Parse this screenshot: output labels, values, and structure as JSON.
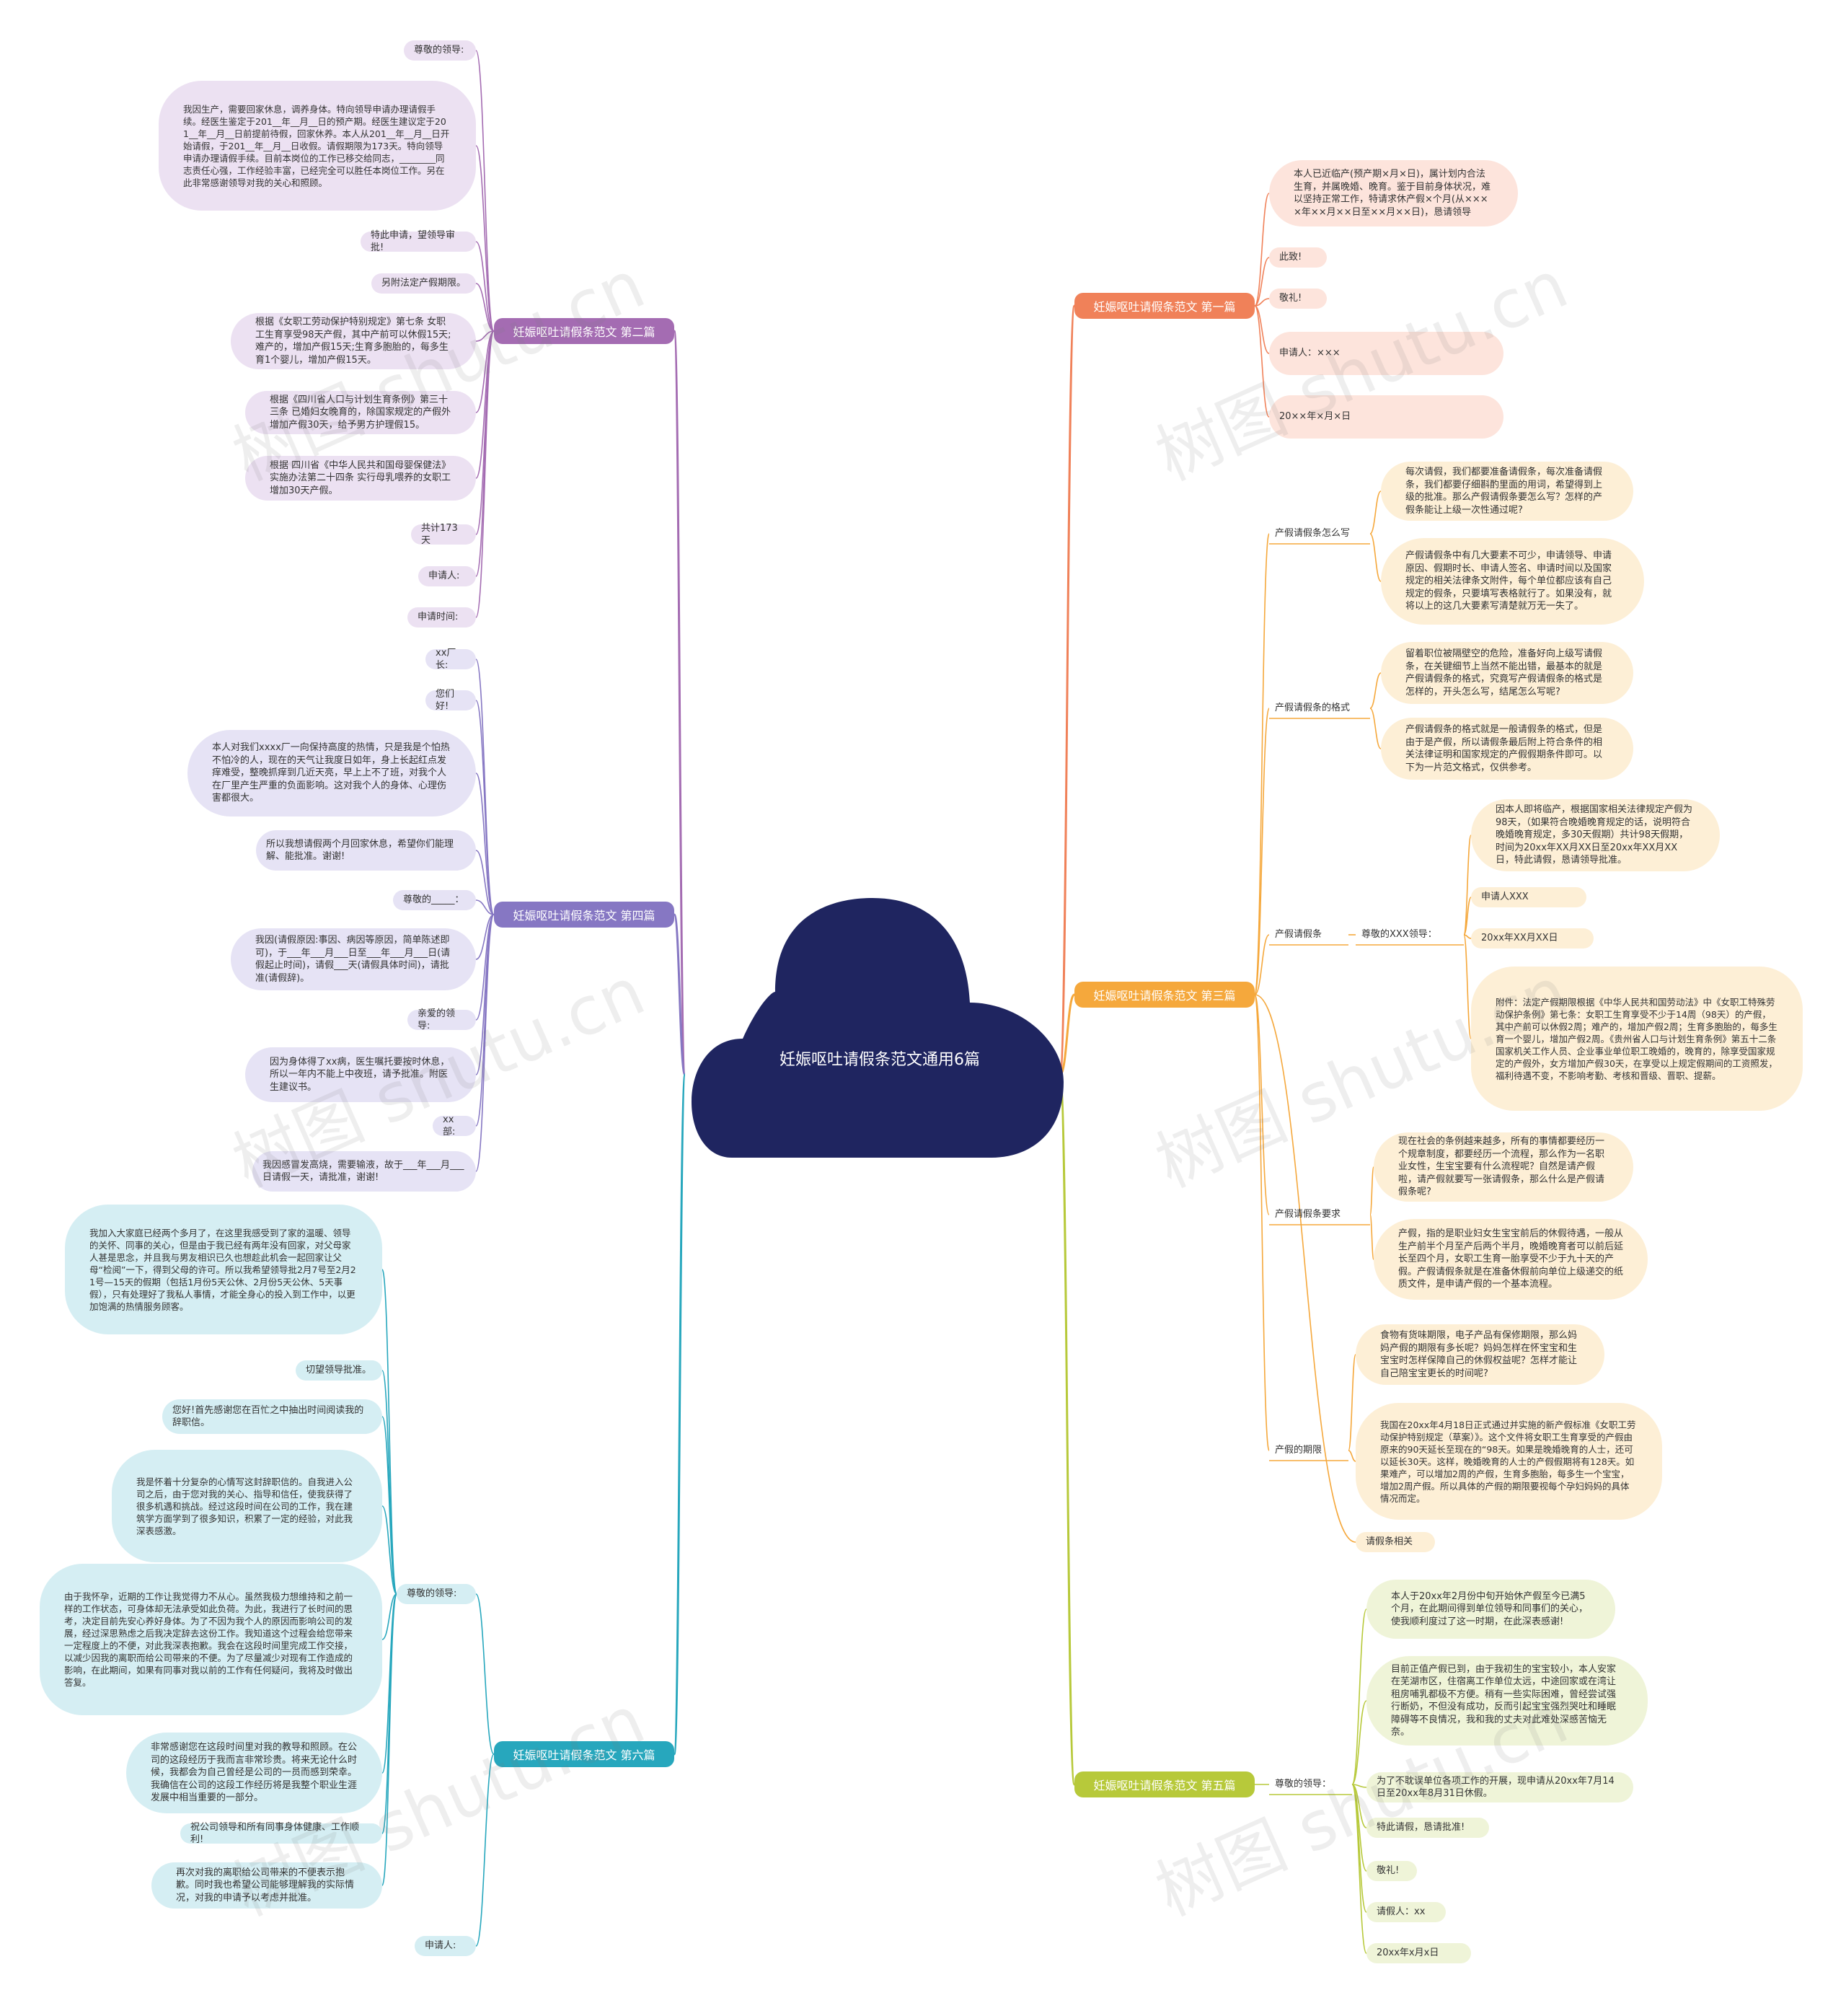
{
  "title": "妊娠呕吐请假条范文通用6篇",
  "watermark": "树图 shutu.cn",
  "colors": {
    "center": "#1f2560",
    "p1": "#f08159",
    "p3": "#f5a83c",
    "p5": "#b7c93a",
    "p2": "#a46cb2",
    "p4": "#8677c3",
    "p6": "#27a7bd",
    "f1": "#fde4dc",
    "f3": "#fdefd6",
    "f5": "#eff4d8",
    "f2": "#ece1f2",
    "f4": "#e6e3f5",
    "f6": "#d5eef3"
  },
  "branches": [
    {
      "label": "妊娠呕吐请假条范文 第一篇"
    },
    {
      "label": "妊娠呕吐请假条范文 第三篇"
    },
    {
      "label": "妊娠呕吐请假条范文 第五篇"
    },
    {
      "label": "妊娠呕吐请假条范文 第二篇"
    },
    {
      "label": "妊娠呕吐请假条范文 第四篇"
    },
    {
      "label": "妊娠呕吐请假条范文 第六篇"
    }
  ],
  "leaves": [
    "本人已近临产(预产期×月×日)，属计划内合法生育，并属晚婚、晚育。鉴于目前身体状况，难以坚持正常工作，特请求休产假×个月(从××××年××月××日至××月××日)，恳请领导",
    "此致!",
    "敬礼!",
    "申请人：×××",
    "20××年×月×日",
    "产假请假条怎么写",
    "每次请假，我们都要准备请假条，每次准备请假条，我们都要仔细斟酌里面的用词，希望得到上级的批准。那么产假请假条要怎么写？怎样的产假条能让上级一次性通过呢?",
    "产假请假条中有几大要素不可少，申请领导、申请原因、假期时长、申请人签名、申请时间以及国家规定的相关法律条文附件，每个单位都应该有自己规定的假条，只要填写表格就行了。如果没有，就将以上的这几大要素写清楚就万无一失了。",
    "产假请假条的格式",
    "留着职位被隔壁空的危险，准备好向上级写请假条，在关键细节上当然不能出错，最基本的就是产假请假条的格式，究竟写产假请假条的格式是怎样的，开头怎么写，结尾怎么写呢?",
    "产假请假条的格式就是一般请假条的格式，但是由于是产假，所以请假条最后附上符合条件的相关法律证明和国家规定的产假假期条件即可。以下为一片范文格式，仅供参考。",
    "产假请假条",
    "尊敬的XXX领导：",
    "因本人即将临产，根据国家相关法律规定产假为98天，（如果符合晚婚晚育规定的话，说明符合晚婚晚育规定，多30天假期）共计98天假期，时间为20xx年XX月XX日至20xx年XX月XX日，特此请假，恳请领导批准。",
    "申请人XXX",
    "20xx年XX月XX日",
    "附件：法定产假期限根据《中华人民共和国劳动法》中《女职工特殊劳动保护条例》第七条：女职工生育享受不少于14周（98天）的产假，其中产前可以休假2周；难产的，增加产假2周；生育多胞胎的，每多生育一个婴儿，增加产假2周。《贵州省人口与计划生育条例》第五十二条国家机关工作人员、企业事业单位职工晚婚的，晚育的，除享受国家规定的产假外，女方增加产假30天，在享受以上规定假期间的工资照发，福利待遇不变，不影响考勤、考核和晋级、晋职、提薪。",
    "产假请假条要求",
    "现在社会的条例越来越多，所有的事情都要经历一个规章制度，都要经历一个流程，那么作为一名职业女性，生宝宝要有什么流程呢？自然是请产假啦，请产假就要写一张请假条，那么什么是产假请假条呢?",
    "产假，指的是职业妇女生宝宝前后的休假待遇，一般从生产前半个月至产后两个半月，晚婚晚育者可以前后延长至四个月，女职工生育一胎享受不少于九十天的产假。产假请假条就是在准备休假前向单位上级递交的纸质文件，是申请产假的一个基本流程。",
    "产假的期限",
    "食物有货味期限，电子产品有保修期限，那么妈妈产假的期限有多长呢？妈妈怎样在怀宝宝和生宝宝时怎样保障自己的休假权益呢？怎样才能让自己陪宝宝更长的时间呢?",
    "我国在20xx年4月18日正式通过并实施的新产假标准《女职工劳动保护特别规定（草案）》。这个文件将女职工生育享受的产假由原来的90天延长至现在的“98天。如果是晚婚晚育的人士，还可以延长30天。这样，晚婚晚育的人士的产假假期将有128天。如果难产，可以增加2周的产假，生育多胞胎，每多生一个宝宝，增加2周产假。所以具体的产假的期限要视每个孕妇妈妈的具体情况而定。",
    "请假条相关",
    "尊敬的领导：",
    "本人于20xx年2月份中旬开始休产假至今已满5个月，在此期间得到单位领导和同事们的关心，使我顺利度过了这一时期，在此深表感谢!",
    "目前正值产假已到，由于我初生的宝宝较小，本人安家在芜湖市区，住宿离工作单位太远，中途回家或在湾让租房哺乳都极不方便。稍有一些实际困难，曾经尝试强行断奶，不但没有成功，反而引起宝宝强烈哭吐和睡眠障碍等不良情况，我和我的丈夫对此难处深感苦恼无奈。",
    "为了不耽误单位各项工作的开展，现申请从20xx年7月14日至20xx年8月31日休假。",
    "特此请假，恳请批准!",
    "敬礼!",
    "请假人：xx",
    "20xx年x月x日",
    "尊敬的领导:",
    "我因生产，需要回家休息，调养身体。特向领导申请办理请假手续。经医生鉴定于201__年__月__日的预产期。经医生建议定于201__年__月__日前提前待假，回家休养。本人从201__年__月__日开始请假，于201__年__月__日收假。请假期限为173天。特向领导申请办理请假手续。目前本岗位的工作已移交给同志，________同志责任心强，工作经验丰富，已经完全可以胜任本岗位工作。另在此非常感谢领导对我的关心和照顾。",
    "特此申请，望领导审批!",
    "另附法定产假期限。",
    "根据《女职工劳动保护特别规定》第七条 女职工生育享受98天产假，其中产前可以休假15天;难产的，增加产假15天;生育多胞胎的，每多生育1个婴儿，增加产假15天。",
    "根据《四川省人口与计划生育条例》第三十三条 已婚妇女晚育的，除国家规定的产假外增加产假30天，给予男方护理假15。",
    "根据 四川省《中华人民共和国母婴保健法》实施办法第二十四条 实行母乳喂养的女职工增加30天产假。",
    "共计173天",
    "申请人:",
    "申请时间:",
    "xx厂长:",
    "您们好!",
    "本人对我们xxxx厂一向保持高度的热情，只是我是个怕热不怕冷的人，现在的天气让我度日如年，身上长起红点发痒难受，整晚抓痒到几近天亮，早上上不了班，对我个人在厂里产生严重的负面影响。这对我个人的身体、心理伤害都很大。",
    "所以我想请假两个月回家休息，希望你们能理解、能批准。谢谢!",
    "尊敬的_____：",
    "我因(请假原因:事因、病因等原因，简单陈述即可)，于___年___月___日至___年___月___日(请假起止时间)，请假___天(请假具体时间)，请批准(请假辞)。",
    "亲爱的领导:",
    "因为身体得了xx病，医生嘱托要按时休息，所以一年内不能上中夜班，请予批准。附医生建议书。",
    "xx部:",
    "我因感冒发高烧，需要输液，故于___年___月___日请假一天，请批准，谢谢!",
    "我加入大家庭已经两个多月了，在这里我感受到了家的温暖、领导的关怀、同事的关心，但是由于我已经有两年没有回家，对父母家人甚是思念，并且我与男友相识已久也想趁此机会一起回家让父母“检阅”一下，得到父母的许可。所以我希望领导批2月7号至2月21号—15天的假期（包括1月份5天公休、2月份5天公休、5天事假），只有处理好了我私人事情，才能全身心的投入到工作中，以更加饱满的热情服务顾客。",
    "切望领导批准。",
    "您好!首先感谢您在百忙之中抽出时间阅读我的辞职信。",
    "我是怀着十分复杂的心情写这封辞职信的。自我进入公司之后，由于您对我的关心、指导和信任，使我获得了很多机遇和挑战。经过这段时间在公司的工作，我在建筑学方面学到了很多知识，积累了一定的经验，对此我深表感激。",
    "由于我怀孕，近期的工作让我觉得力不从心。虽然我极力想维持和之前一样的工作状态，可身体却无法承受如此负荷。为此，我进行了长时间的思考，决定目前先安心养好身体。为了不因为我个人的原因而影响公司的发展，经过深思熟虑之后我决定辞去这份工作。我知道这个过程会给您带来一定程度上的不便，对此我深表抱歉。我会在这段时间里完成工作交接，以减少因我的离职而给公司带来的不便。为了尽量减少对现有工作造成的影响，在此期间，如果有同事对我以前的工作有任何疑问，我将及时做出答复。",
    "非常感谢您在这段时间里对我的教导和照顾。在公司的这段经历于我而言非常珍贵。将来无论什么时候，我都会为自己曾经是公司的一员而感到荣幸。我确信在公司的这段工作经历将是我整个职业生涯发展中相当重要的一部分。",
    "祝公司领导和所有同事身体健康、工作顺利!",
    "再次对我的离职给公司带来的不便表示抱歉。同时我也希望公司能够理解我的实际情况，对我的申请予以考虑并批准。",
    "申请人:",
    "尊敬的领导:"
  ]
}
